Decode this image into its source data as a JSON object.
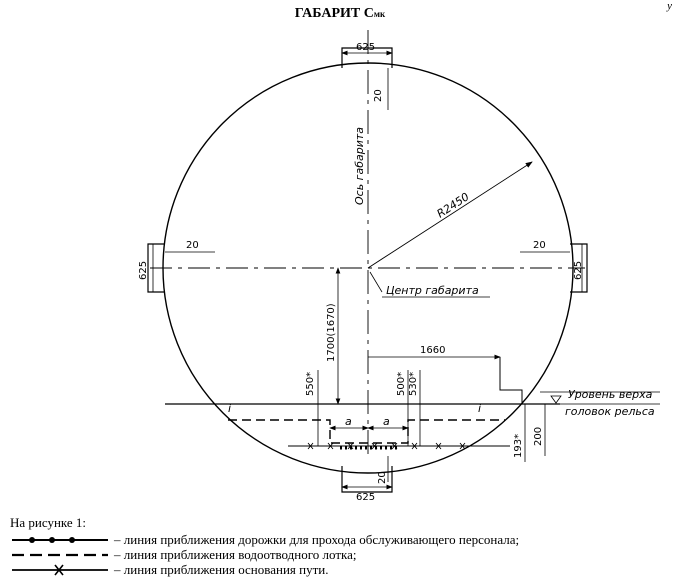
{
  "header": {
    "title_main": "ГАБАРИТ С",
    "title_sub": "мк",
    "page_mark": "у"
  },
  "diagram": {
    "axis_label": "Ось габарита",
    "center_label": "Центр габарита",
    "radius_label": "R2450",
    "rail_level_line1": "Уровень верха",
    "rail_level_line2": "головок рельса",
    "marks": {
      "top_width": "625",
      "top_height": "20",
      "left_offset": "20",
      "right_offset": "20",
      "left_height": "625",
      "right_height": "625",
      "center_height": "1700(1670)",
      "half_width": "1660",
      "left_step": "550*",
      "right_step_a": "500*",
      "right_step_b": "530*",
      "a_left": "a",
      "a_right": "a",
      "i_left": "i",
      "i_right": "i",
      "level_200": "200",
      "level_193": "193*",
      "bottom_height": "20",
      "bottom_width": "625"
    }
  },
  "legend": {
    "heading": "На рисунке 1:",
    "items": [
      {
        "line": "dot",
        "text": "– линия приближения дорожки для прохода обслуживающего персонала;"
      },
      {
        "line": "dash",
        "text": "– линия приближения водоотводного лотка;"
      },
      {
        "line": "cross",
        "text": "– линия приближения основания пути."
      }
    ]
  }
}
